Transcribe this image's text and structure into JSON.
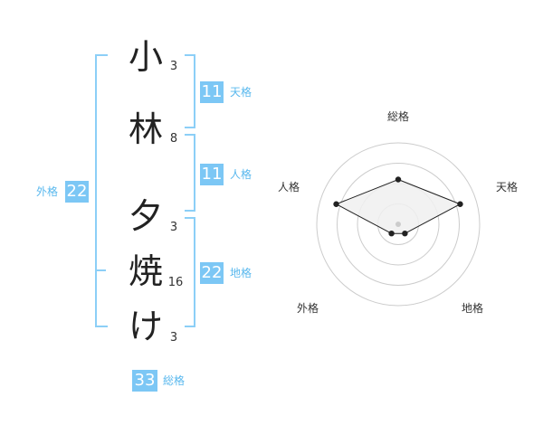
{
  "name": {
    "chars": [
      {
        "char": "小",
        "strokes": "3"
      },
      {
        "char": "林",
        "strokes": "8"
      },
      {
        "char": "夕",
        "strokes": "3"
      },
      {
        "char": "焼",
        "strokes": "16"
      },
      {
        "char": "け",
        "strokes": "3"
      }
    ]
  },
  "fortune": {
    "ten": {
      "value": "11",
      "label": "天格"
    },
    "jin": {
      "value": "11",
      "label": "人格"
    },
    "chi": {
      "value": "22",
      "label": "地格"
    },
    "gai": {
      "value": "22",
      "label": "外格"
    },
    "so": {
      "value": "33",
      "label": "総格"
    }
  },
  "chart_data": {
    "type": "radar",
    "axes": [
      "総格",
      "天格",
      "地格",
      "外格",
      "人格"
    ],
    "values": [
      0.55,
      0.8,
      0.14,
      0.14,
      0.8
    ],
    "rings": 4,
    "colors": {
      "fill": "#f0f0f0",
      "line": "#222222",
      "grid": "#cccccc",
      "center": "#cccccc"
    }
  }
}
